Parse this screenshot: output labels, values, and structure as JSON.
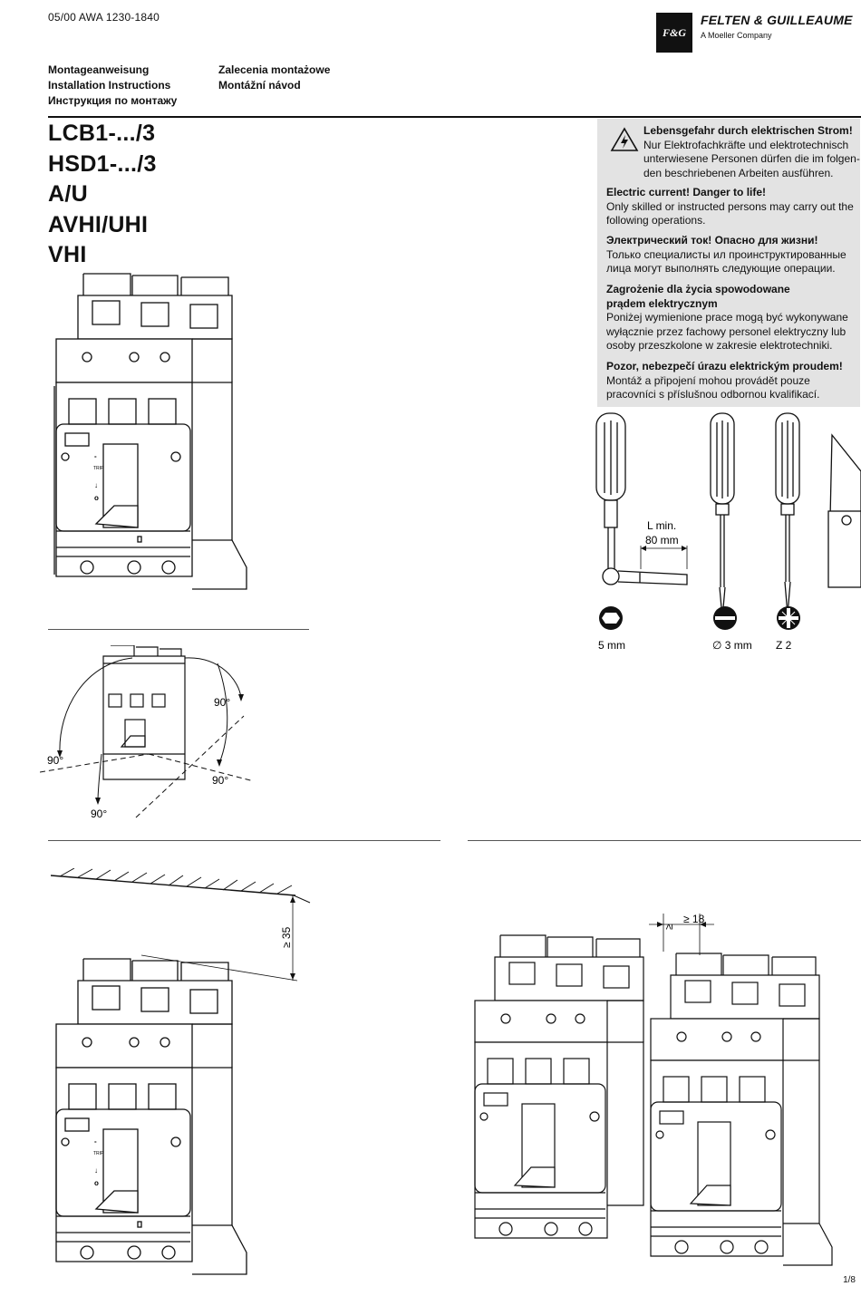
{
  "header": {
    "doc_number": "05/00 AWA 1230-1840",
    "brand": "FELTEN & GUILLEAUME",
    "brand_sub": "A Moeller Company",
    "logo_text": "F&G"
  },
  "languages": {
    "col1": [
      "Montageanweisung",
      "Installation Instructions",
      "Инструкция по монтажу"
    ],
    "col2": [
      "Zalecenia montażowe",
      "Montážní návod"
    ]
  },
  "models": [
    "LCB1-.../3",
    "HSD1-.../3",
    "A/U",
    "AVHI/UHI",
    "VHI"
  ],
  "warning": {
    "de_title": "Lebensgefahr durch elektrischen Strom!",
    "de_lines": [
      "Nur Elektrofachkräfte und elektrotechnisch",
      "unterwiesene Personen dürfen die im folgen-",
      "den beschriebenen Arbeiten ausführen."
    ],
    "en_title": "Electric current! Danger to life!",
    "en_lines": [
      "Only skilled or instructed persons may carry out the",
      "following operations."
    ],
    "ru_title": "Электрический ток! Опасно для жизни!",
    "ru_lines": [
      "Только специалисты ил проинструктированные",
      "лица могут выполнять следующие операции."
    ],
    "pl_title_1": "Zagrożenie dla życia spowodowane",
    "pl_title_2": "prądem elektrycznym",
    "pl_lines": [
      "Poniżej wymienione prace mogą być wykonywane",
      "wyłącznie przez fachowy personel elektryczny lub",
      "osoby przeszkolone w zakresie elektrotechniki."
    ],
    "cz_title": "Pozor, nebezpečí úrazu elektrickým proudem!",
    "cz_lines": [
      "Montáž a připojení mohou provádět pouze",
      "pracovníci s příslušnou odbornou kvalifikací."
    ]
  },
  "tools": {
    "lmin_label": "L min.",
    "lmin_value": "80 mm",
    "hex_size": "5 mm",
    "slot_size": "∅ 3 mm",
    "pozi_size": "Z 2"
  },
  "mounting": {
    "angle_top": "90°",
    "angle_left": "90°",
    "angle_right": "90°",
    "angle_bottom": "90°"
  },
  "clearance": {
    "top": "≥ 35",
    "side": "≥ 18"
  },
  "breaker_marks": {
    "trip": "TRIP"
  },
  "page": "1/8"
}
